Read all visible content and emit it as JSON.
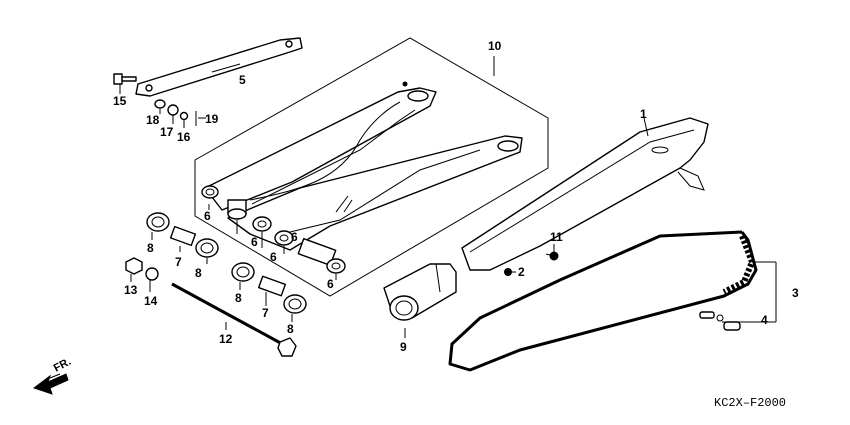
{
  "diagram_code": "KC2X–F2000",
  "direction_label": "FR.",
  "callouts": {
    "c1": "1",
    "c2": "2",
    "c3": "3",
    "c4": "4",
    "c5": "5",
    "c6a": "6",
    "c6b": "6",
    "c6c": "6",
    "c6d": "6",
    "c6e": "6",
    "c7a": "7",
    "c7b": "7",
    "c8a": "8",
    "c8b": "8",
    "c8c": "8",
    "c8d": "8",
    "c9": "9",
    "c10": "10",
    "c11": "11",
    "c12": "12",
    "c13": "13",
    "c14": "14",
    "c15": "15",
    "c16": "16",
    "c17": "17",
    "c18": "18",
    "c19": "19"
  }
}
